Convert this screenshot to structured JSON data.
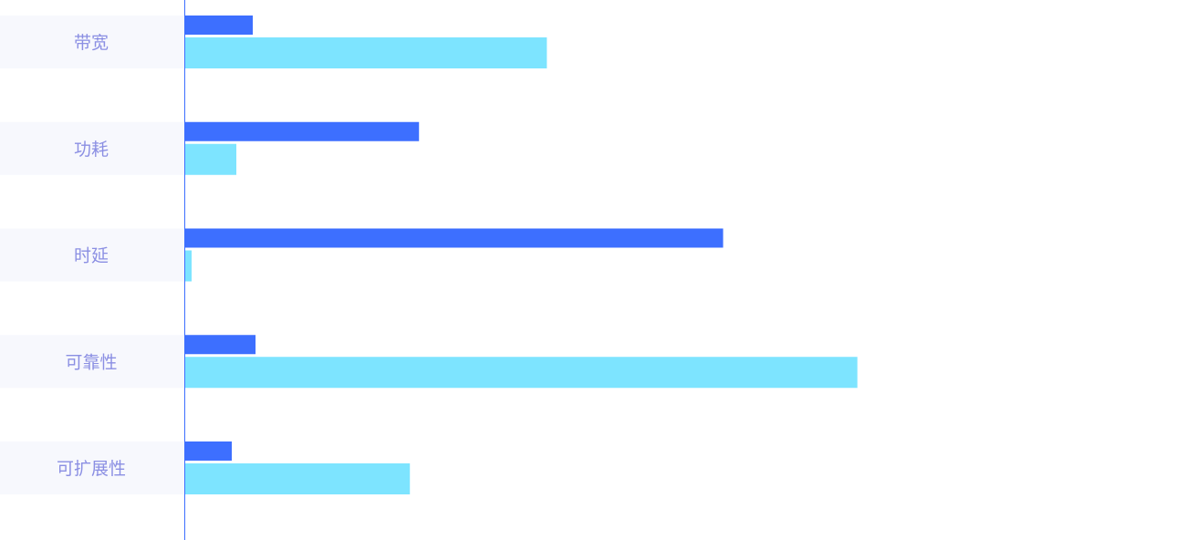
{
  "chart_data": {
    "type": "bar",
    "orientation": "horizontal",
    "categories": [
      "带宽",
      "功耗",
      "时延",
      "可靠性",
      "可扩展性"
    ],
    "series": [
      {
        "values": [
          0.75,
          2.57,
          5.9,
          0.78,
          0.52
        ]
      },
      {
        "values": [
          3.97,
          0.57,
          0.08,
          7.37,
          2.47
        ]
      }
    ],
    "xlim": [
      0,
      11.1
    ],
    "colors": {
      "series": [
        "#3d6fff",
        "#7de4ff"
      ],
      "label_band": "#f7f8fd",
      "label_text": "#8b8fe3",
      "axis_line": "#3d6fff"
    },
    "grid": false,
    "legend": "none"
  }
}
